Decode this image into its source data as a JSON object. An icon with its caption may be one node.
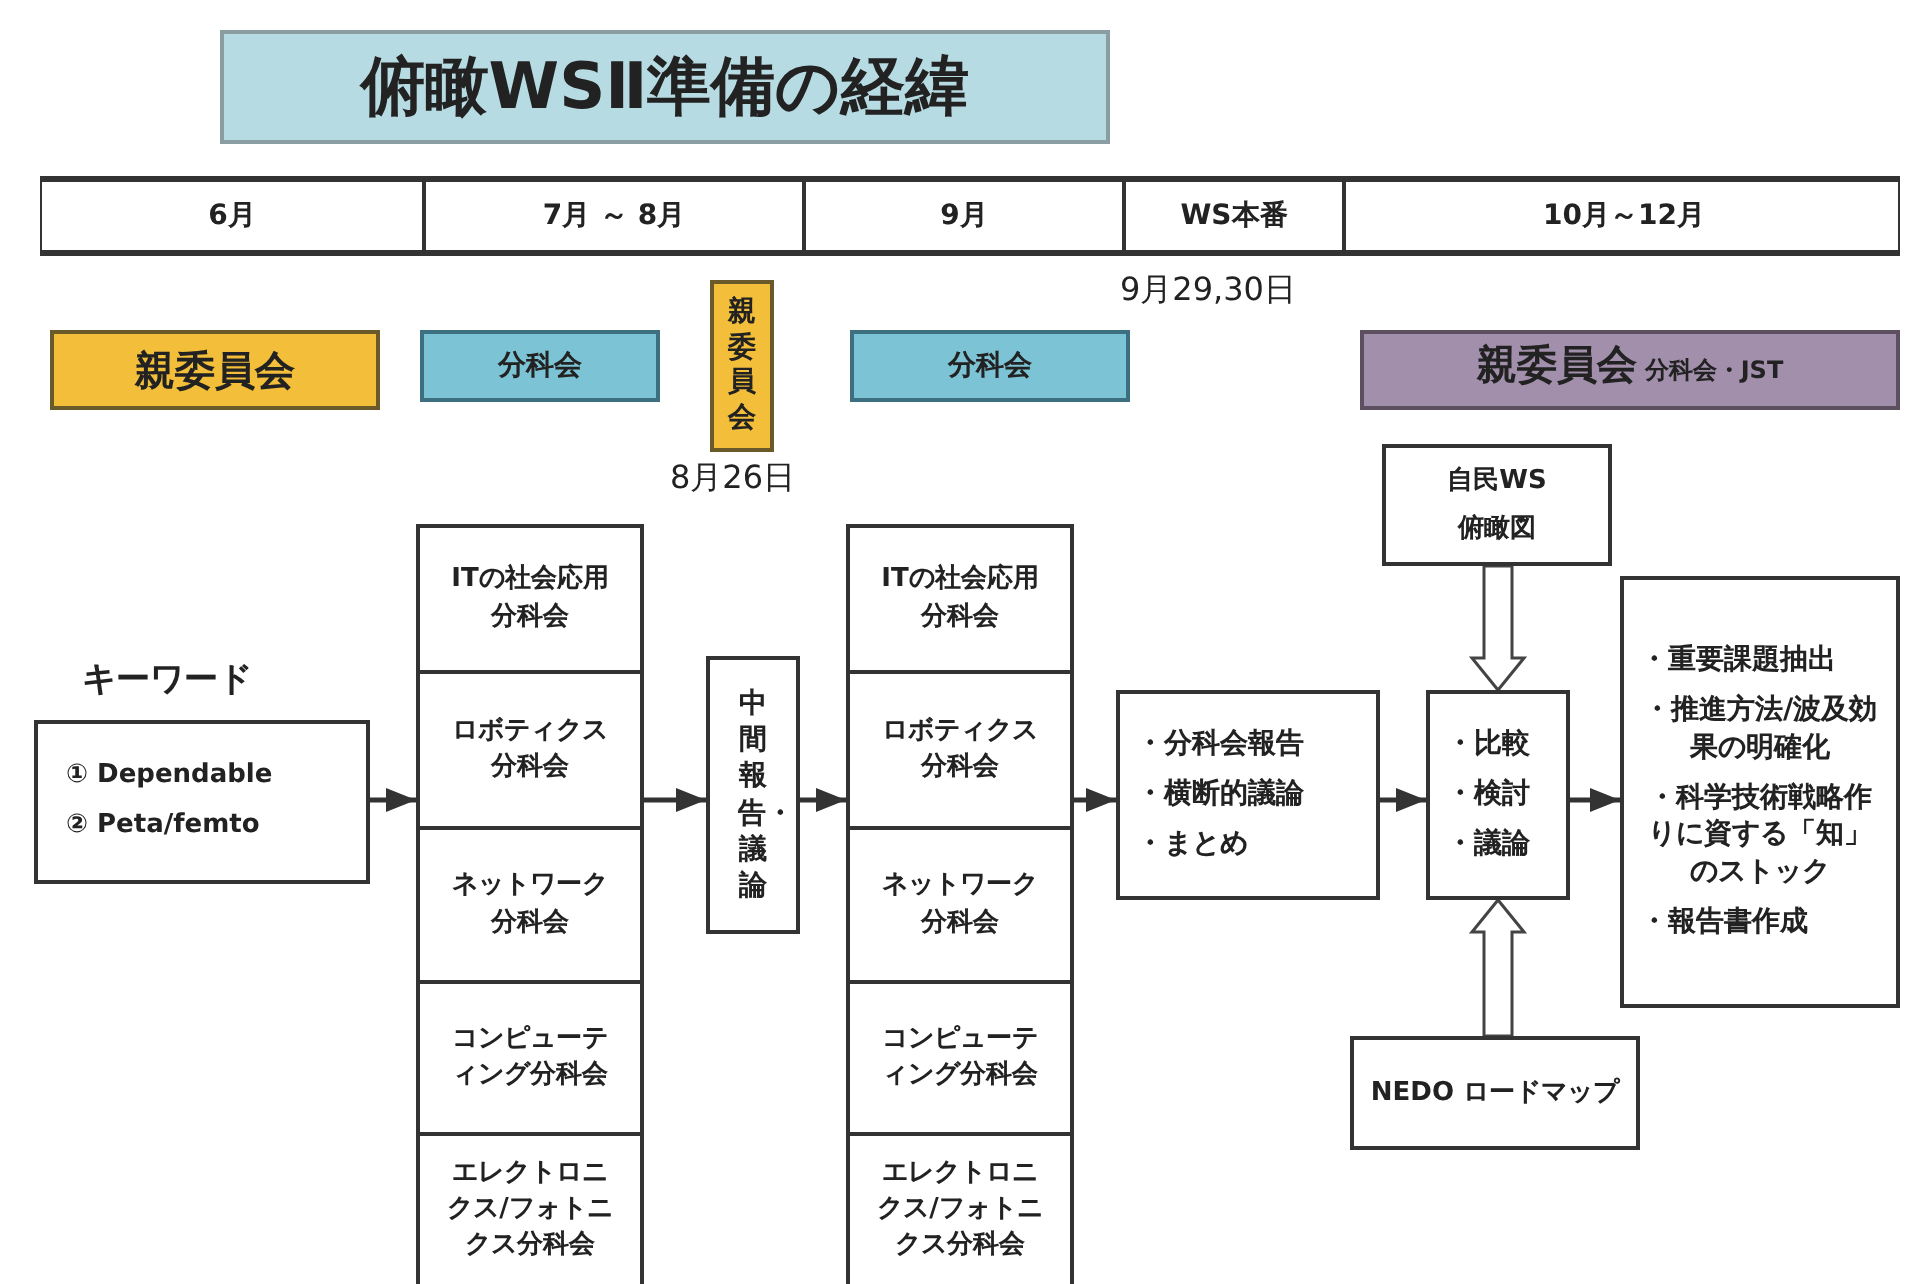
{
  "diagram": {
    "title": "俯瞰WSⅡ準備の経緯",
    "nodes": [
      {
        "text": [
          "親委員会"
        ]
      },
      {
        "text": [
          "分科会"
        ]
      },
      {
        "text": [
          "親委員会"
        ],
        "beside": [
          "8月26日"
        ]
      },
      {
        "text": [
          "分科会"
        ]
      },
      {
        "text": [
          "親委員会",
          "分科会・JST"
        ]
      },
      {
        "text": [
          "キーワード",
          "① Dependable",
          "② Peta/femto"
        ]
      },
      {
        "text": [],
        "shape": "box"
      },
      {
        "text": [
          "ITの社会応用分科会"
        ],
        "in": 6
      },
      {
        "text": [
          "ロボティクス分科会"
        ],
        "in": 6
      },
      {
        "text": [
          "ネットワーク分科会"
        ],
        "in": 6
      },
      {
        "text": [
          "コンピューティング分科会"
        ],
        "in": 6
      },
      {
        "text": [
          "エレクトロニクス/フォトニクス分科会"
        ],
        "in": 6
      },
      {
        "text": [
          "中間報告・議論"
        ]
      },
      {
        "text": [],
        "shape": "box"
      },
      {
        "text": [
          "ITの社会応用分科会"
        ],
        "in": 13
      },
      {
        "text": [
          "ロボティクス分科会"
        ],
        "in": 13
      },
      {
        "text": [
          "ネットワーク分科会"
        ],
        "in": 13
      },
      {
        "text": [
          "コンピューティング分科会"
        ],
        "in": 13
      },
      {
        "text": [
          "エレクトロニクス/フォトニクス分科会"
        ],
        "in": 13
      },
      {
        "text": [
          "・分科会報告",
          "・横断的議論",
          "・まとめ"
        ]
      },
      {
        "text": [
          "・比較",
          "・検討",
          "・議論"
        ]
      },
      {
        "text": [
          "自民WS",
          "俯瞰図"
        ]
      },
      {
        "text": [
          "NEDO ロードマップ"
        ]
      },
      {
        "text": [
          "・重要課題抽出",
          "・推進方法/波及効果の明確化",
          "・科学技術戦略作りに資する「知」のストック",
          "・報告書作成"
        ]
      }
    ],
    "edges": [
      {
        "from": 5,
        "to": 6,
        "arrow": "to"
      },
      {
        "from": 6,
        "to": 12,
        "arrow": "to"
      },
      {
        "from": 12,
        "to": 13,
        "arrow": "to"
      },
      {
        "from": 13,
        "to": 19,
        "arrow": "to"
      },
      {
        "from": 19,
        "to": 20,
        "arrow": "to"
      },
      {
        "from": 20,
        "to": 23,
        "arrow": "to"
      },
      {
        "from": 21,
        "to": 20,
        "arrow": "to"
      },
      {
        "from": 22,
        "to": 20,
        "arrow": "to"
      }
    ],
    "labels": [
      "6月",
      "7月 ～ 8月",
      "9月",
      "WS本番",
      "10月～12月",
      "9月29,30日"
    ]
  }
}
